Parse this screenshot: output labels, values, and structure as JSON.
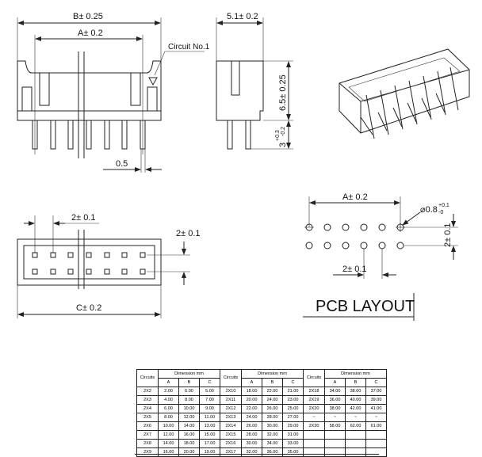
{
  "front_view": {
    "dim_b": "B± 0.25",
    "dim_a": "A± 0.2",
    "circuit_label": "Circuit No.1",
    "pin_width": "0.5"
  },
  "side_view": {
    "dim_width": "5.1± 0.2",
    "dim_height": "6.5± 0.25",
    "dim_pin": "3",
    "dim_pin_tol_plus": "+0.3",
    "dim_pin_tol_minus": "-0.2"
  },
  "bottom_view": {
    "dim_pitch": "2± 0.1",
    "dim_row": "2± 0.1",
    "dim_c": "C± 0.2"
  },
  "pcb_layout": {
    "title": "PCB LAYOUT",
    "dim_a": "A± 0.2",
    "hole_dia": "0.8",
    "hole_tol_plus": "+0.1",
    "hole_tol_minus": "-0",
    "dim_row": "2± 0.1",
    "dim_pitch": "2± 0.1"
  },
  "table": {
    "header_circuits": "Circuits",
    "header_dimension": "Dimension mm",
    "col_a": "A",
    "col_b": "B",
    "col_c": "C",
    "groups": [
      {
        "rows": [
          [
            "2X2",
            "2.00",
            "6.00",
            "5.00"
          ],
          [
            "2X3",
            "4.00",
            "8.00",
            "7.00"
          ],
          [
            "2X4",
            "6.00",
            "10.00",
            "9.00"
          ],
          [
            "2X5",
            "8.00",
            "12.00",
            "11.00"
          ],
          [
            "2X6",
            "10.00",
            "14.00",
            "13.00"
          ],
          [
            "2X7",
            "12.00",
            "16.00",
            "15.00"
          ],
          [
            "2X8",
            "14.00",
            "18.00",
            "17.00"
          ],
          [
            "2X9",
            "16.00",
            "20.00",
            "19.00"
          ]
        ]
      },
      {
        "rows": [
          [
            "2X10",
            "18.00",
            "22.00",
            "21.00"
          ],
          [
            "2X11",
            "20.00",
            "24.00",
            "23.00"
          ],
          [
            "2X12",
            "22.00",
            "26.00",
            "25.00"
          ],
          [
            "2X13",
            "24.00",
            "28.00",
            "27.00"
          ],
          [
            "2X14",
            "26.00",
            "30.00",
            "29.00"
          ],
          [
            "2X15",
            "28.00",
            "32.00",
            "31.00"
          ],
          [
            "2X16",
            "30.00",
            "34.00",
            "33.00"
          ],
          [
            "2X17",
            "32.00",
            "36.00",
            "35.00"
          ]
        ]
      },
      {
        "rows": [
          [
            "2X18",
            "34.00",
            "38.00",
            "37.00"
          ],
          [
            "2X19",
            "36.00",
            "40.00",
            "39.00"
          ],
          [
            "2X20",
            "38.00",
            "42.00",
            "41.00"
          ],
          [
            "~",
            "~",
            "~",
            "~"
          ],
          [
            "2X30",
            "58.00",
            "62.00",
            "61.00"
          ],
          [
            "",
            "",
            "",
            ""
          ],
          [
            "",
            "",
            "",
            ""
          ],
          [
            "",
            "",
            "",
            ""
          ]
        ]
      }
    ]
  }
}
